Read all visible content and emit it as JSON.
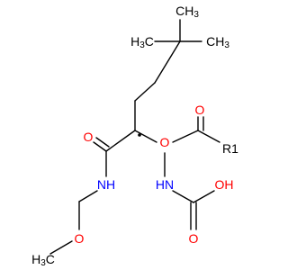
{
  "molecule": {
    "atoms": {
      "carbonyl_o_amide": "O",
      "amide_nh": "NH",
      "ether_o": "O",
      "methyl_c": "H",
      "methyl_c_sub": "3",
      "methyl_c_tail": "C",
      "ester_o": "O",
      "carbonyl_o_ester": "O",
      "r_group": "R1",
      "carbamate_nh": "HN",
      "carbamate_oh": "OH",
      "carbamate_o": "O",
      "tbutyl_ch3_top": "CH",
      "tbutyl_ch3_top_sub": "3",
      "tbutyl_h3c_left": "H",
      "tbutyl_h3c_left_sub": "3",
      "tbutyl_h3c_left_tail": "C",
      "tbutyl_ch3_right": "CH",
      "tbutyl_ch3_right_sub": "3"
    },
    "colors": {
      "oxygen": "#ff0000",
      "nitrogen": "#0000ff",
      "carbon": "#000000"
    }
  }
}
